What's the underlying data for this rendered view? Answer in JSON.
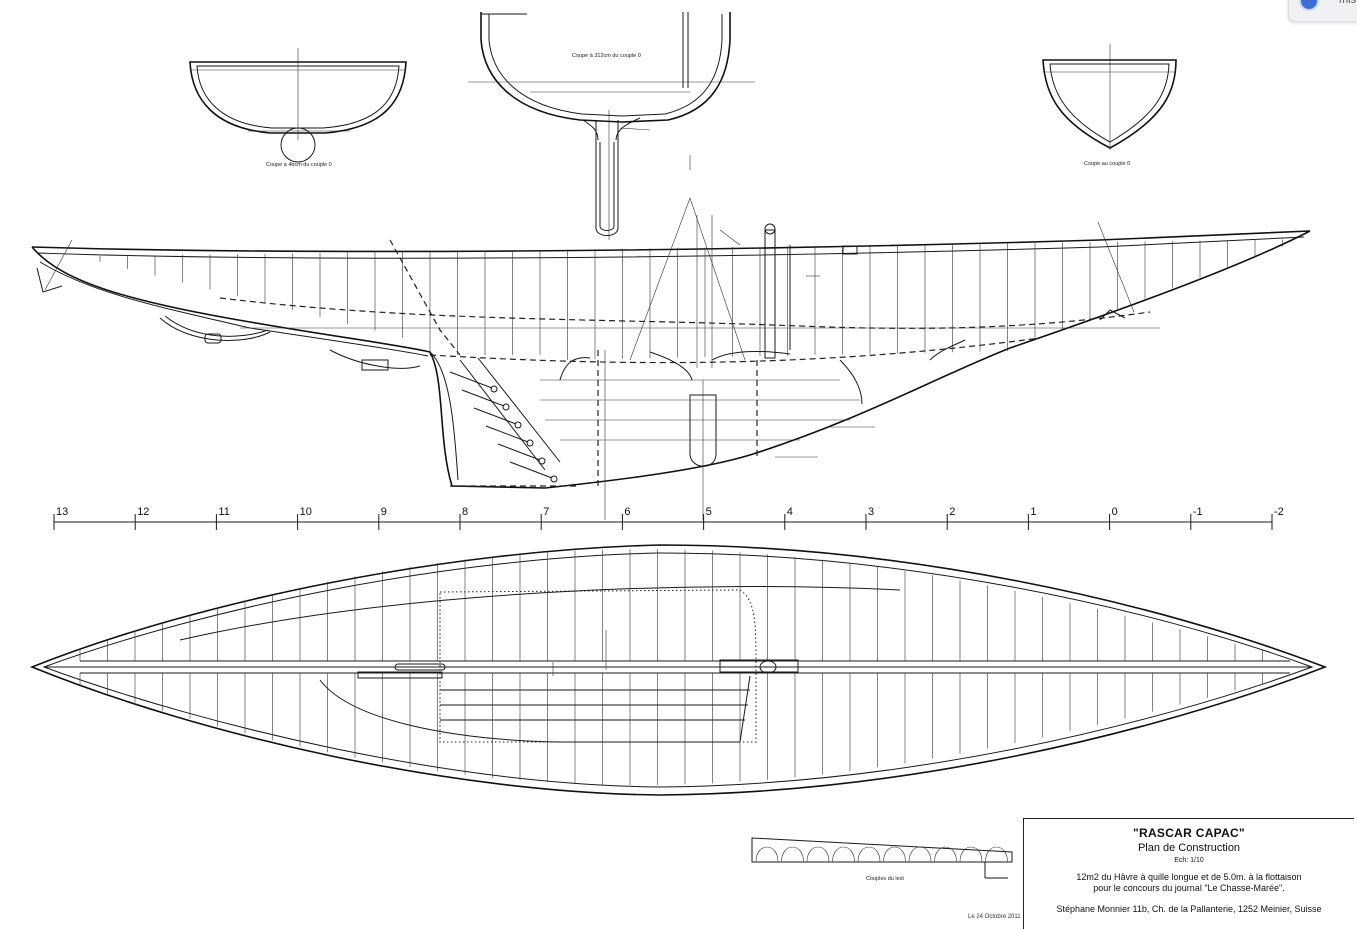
{
  "sections": {
    "left": "Coupe à 4bcm du couple 0",
    "center": "Coupe à 312cm du couple 0",
    "right": "Coupe au couple 0"
  },
  "scale_labels": [
    "13",
    "12",
    "11",
    "10",
    "9",
    "8",
    "7",
    "6",
    "5",
    "4",
    "3",
    "2",
    "1",
    "0",
    "-1",
    "-2"
  ],
  "ballast_caption": "Couples du lest",
  "title_block": {
    "title": "\"RASCAR CAPAC\"",
    "subtitle": "Plan de Construction",
    "scale": "Ech: 1/10",
    "desc_line1": "12m2 du Hâvre à quille longue et de 5.0m. à la flottaison",
    "desc_line2": "pour le concours du journal \"Le Chasse-Marée\".",
    "author": "Stéphane Monnier 11b, Ch. de la Pallanterie, 1252 Meinier, Suisse",
    "date": "Le 24 Octobre 2011"
  },
  "corner_chip": {
    "text": "mis",
    "icon": "app-badge-icon"
  }
}
